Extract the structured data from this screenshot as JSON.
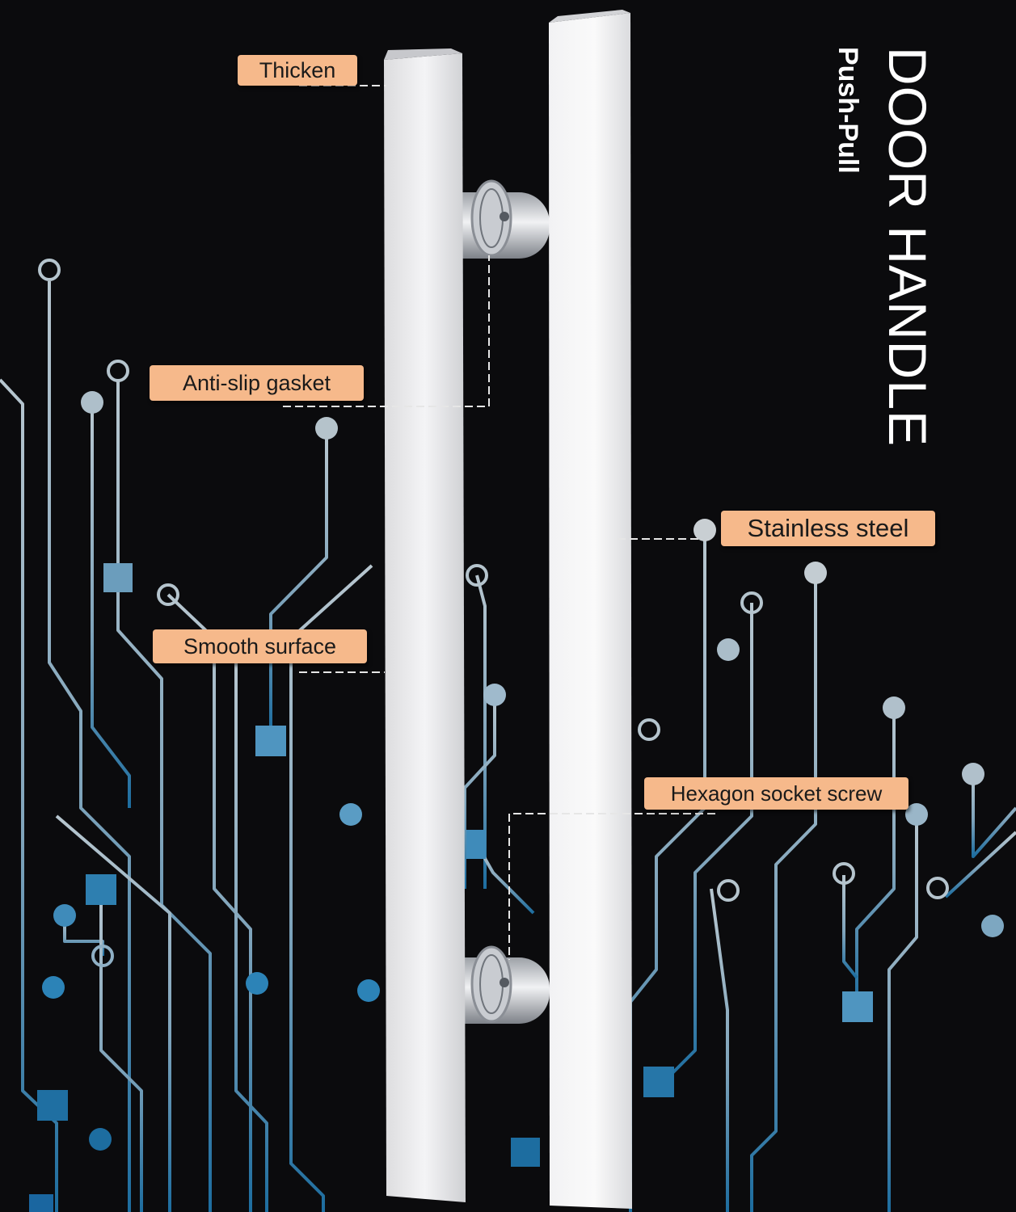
{
  "title": {
    "main": "DOOR HANDLE",
    "sub": "Push-Pull"
  },
  "callouts": {
    "thicken": "Thicken",
    "anti_slip_gasket": "Anti-slip gasket",
    "stainless_steel": "Stainless steel",
    "smooth_surface": "Smooth surface",
    "hexagon_socket_screw": "Hexagon socket screw"
  },
  "colors": {
    "background": "#0b0b0d",
    "callout_fill": "#f6b98b",
    "circuit_light": "#a9bcc8",
    "circuit_blue": "#2f7fae",
    "steel": "#e8e8ea"
  }
}
